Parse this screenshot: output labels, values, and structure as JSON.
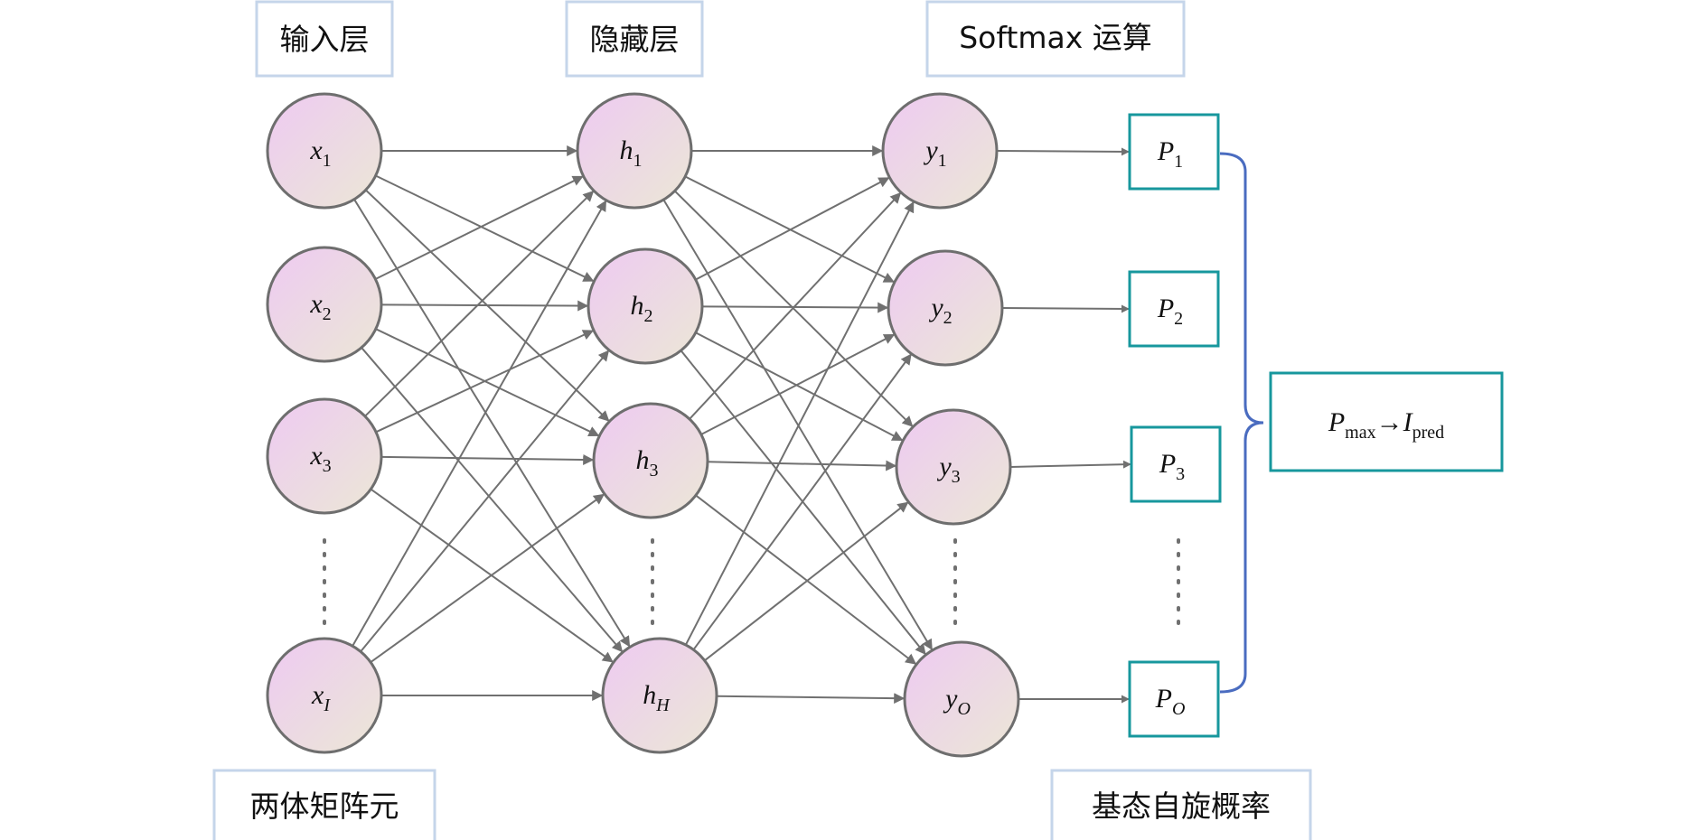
{
  "headers": {
    "input_layer": "输入层",
    "hidden_layer": "隐藏层",
    "softmax": "Softmax 运算"
  },
  "footers": {
    "input_desc": "两体矩阵元",
    "output_desc": "基态自旋概率"
  },
  "input_nodes": [
    {
      "sym": "x",
      "sub": "1"
    },
    {
      "sym": "x",
      "sub": "2"
    },
    {
      "sym": "x",
      "sub": "3"
    },
    {
      "sym": "x",
      "sub": "I"
    }
  ],
  "hidden_nodes": [
    {
      "sym": "h",
      "sub": "1"
    },
    {
      "sym": "h",
      "sub": "2"
    },
    {
      "sym": "h",
      "sub": "3"
    },
    {
      "sym": "h",
      "sub": "H"
    }
  ],
  "output_nodes": [
    {
      "sym": "y",
      "sub": "1"
    },
    {
      "sym": "y",
      "sub": "2"
    },
    {
      "sym": "y",
      "sub": "3"
    },
    {
      "sym": "y",
      "sub": "O"
    }
  ],
  "prob_boxes": [
    {
      "sym": "P",
      "sub": "1"
    },
    {
      "sym": "P",
      "sub": "2"
    },
    {
      "sym": "P",
      "sub": "3"
    },
    {
      "sym": "P",
      "sub": "O"
    }
  ],
  "result": {
    "sym": "P",
    "sub": "max",
    "arrow": "→",
    "sym2": "I",
    "sub2": "pred"
  },
  "colors": {
    "node_fill_top": "#eecaf2",
    "node_fill_bottom": "#ebe7d6",
    "node_stroke": "#6e6e6e",
    "box_stroke": "#17979d",
    "header_box_stroke": "#c5d5ea",
    "brace": "#4a6cc0",
    "connection": "#707070"
  }
}
